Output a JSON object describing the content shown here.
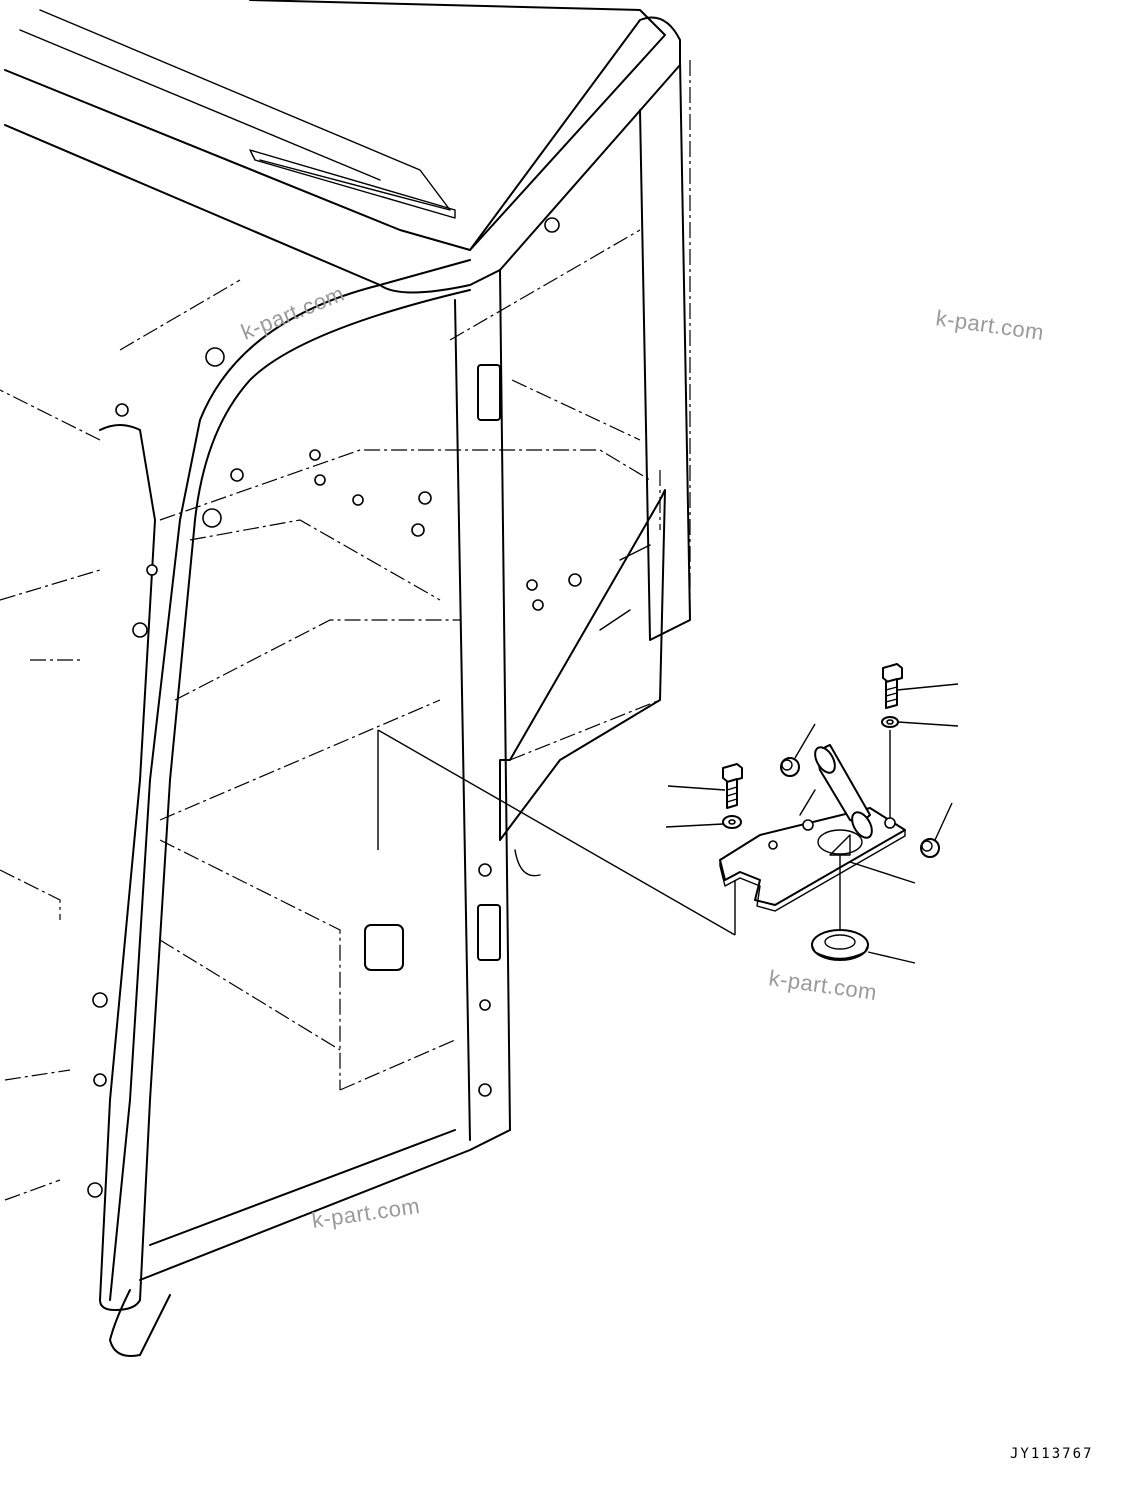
{
  "drawing": {
    "id": "JY113767",
    "watermark_text": "k-part.com"
  },
  "callouts": [
    {
      "ref": "bolt-upper-right"
    },
    {
      "ref": "washer-upper-right"
    },
    {
      "ref": "spacer-left"
    },
    {
      "ref": "spacer-right"
    },
    {
      "ref": "bolt-left"
    },
    {
      "ref": "washer-left"
    },
    {
      "ref": "bracket-plate"
    },
    {
      "ref": "grommet"
    }
  ]
}
